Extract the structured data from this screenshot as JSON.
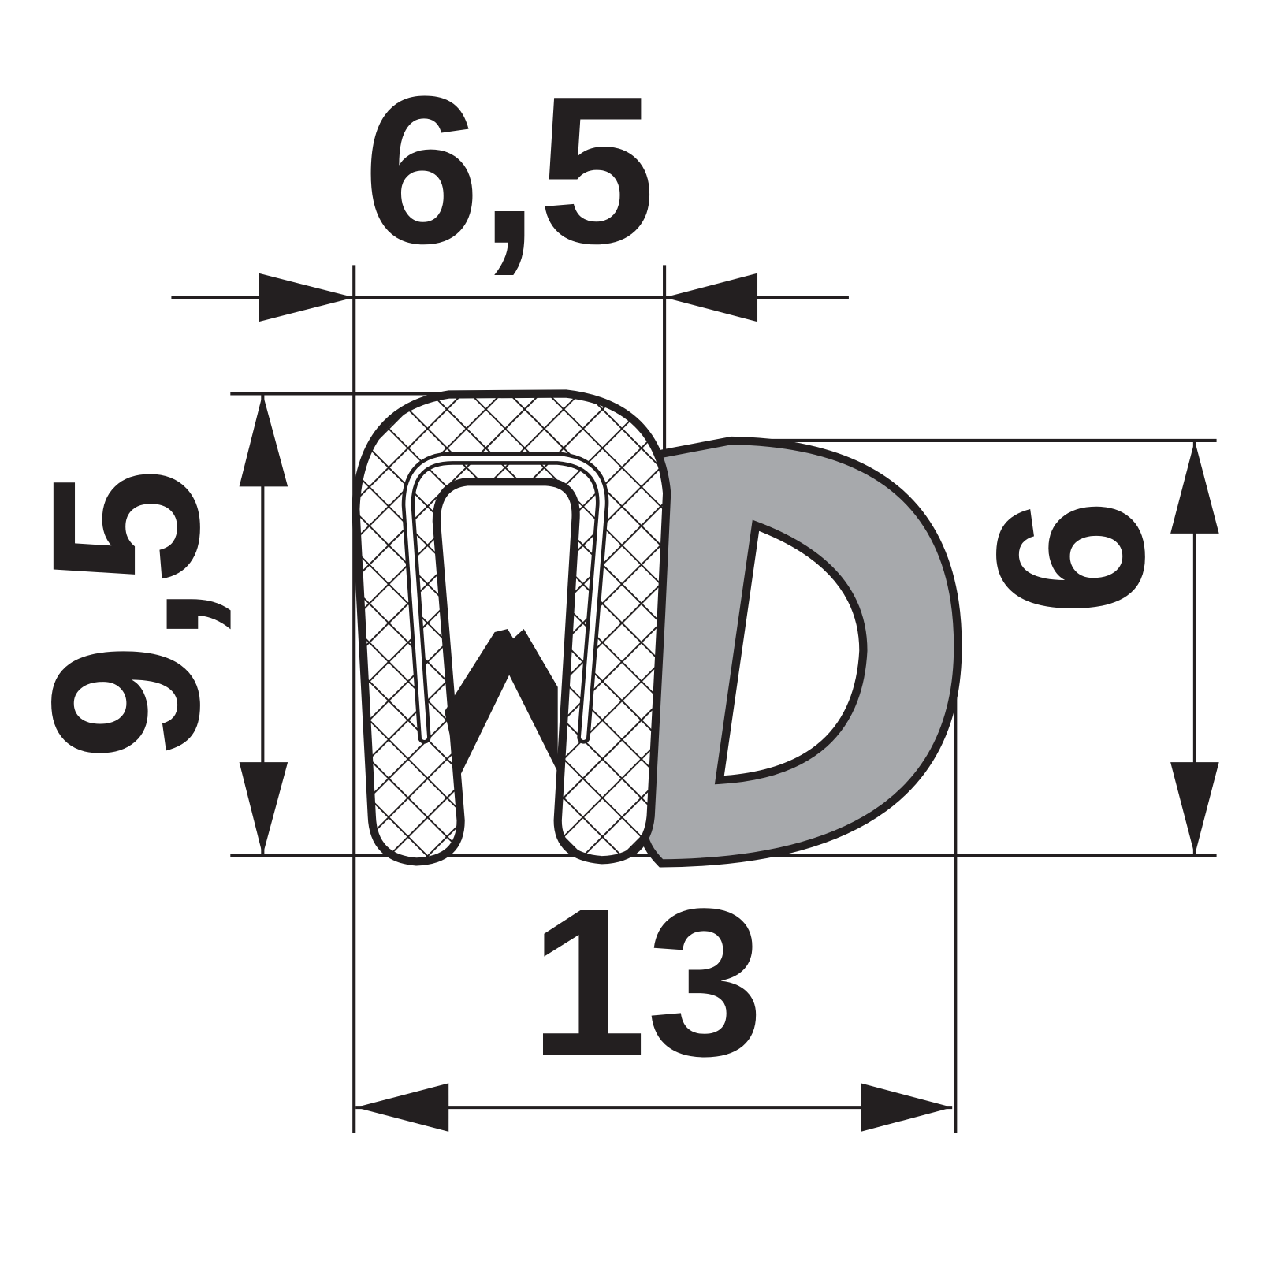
{
  "dimensions": {
    "top_width": "6,5",
    "left_height": "9,5",
    "right_height": "9",
    "bottom_width": "13"
  },
  "colors": {
    "line": "#231f20",
    "bulb": "#a7a9ac",
    "background": "#ffffff"
  }
}
